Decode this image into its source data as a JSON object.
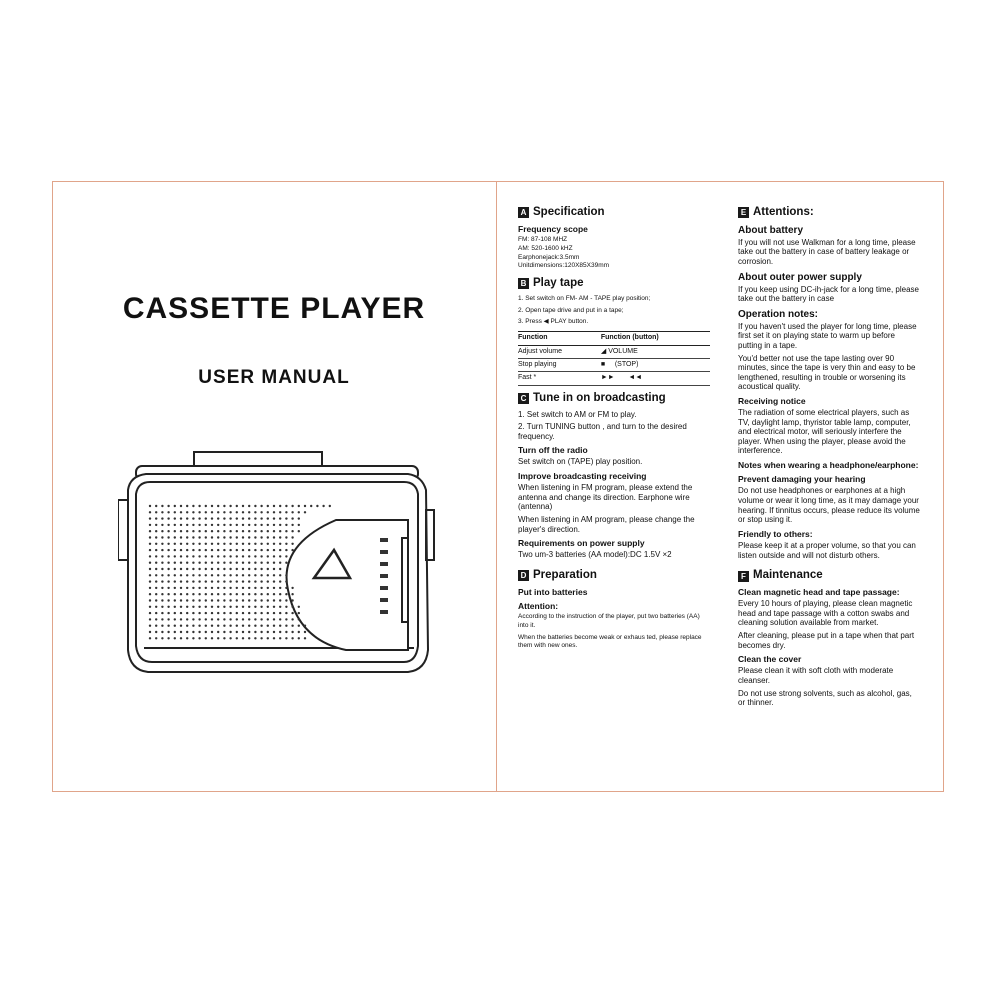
{
  "cover": {
    "title": "CASSETTE  PLAYER",
    "subtitle": "USER  MANUAL"
  },
  "left_column": {
    "spec": {
      "badge": "A",
      "title": "Specification",
      "freq_heading": "Frequency scope",
      "fm": "FM: 87-108 MHZ",
      "am": "AM: 520-1600 kHZ",
      "jack": "Earphonejack:3.5mm",
      "dims": "Unitdimensions:120X85X39mm"
    },
    "play": {
      "badge": "B",
      "title": "Play tape",
      "step1": "1. Set switch on FM- AM - TAPE play position;",
      "step2": "2. Open tape drive and put in a tape;",
      "step3_pre": "3. Press",
      "step3_post": "PLAY button.",
      "table": {
        "col1": "Function",
        "col2": "Function (button)",
        "rows": [
          {
            "func": "Adjust volume",
            "button": "VOLUME"
          },
          {
            "func": "Stop playing",
            "button": "(STOP)"
          },
          {
            "func": "Fast *",
            "button": ""
          }
        ]
      }
    },
    "broadcast": {
      "badge": "C",
      "title": "Tune in on broadcasting",
      "step1": "1. Set switch to AM or FM to play.",
      "step2": "2. Turn TUNING button , and turn to the desired frequency.",
      "off_heading": "Turn off the radio",
      "off_text": "Set switch on  (TAPE) play position.",
      "improve_heading": "Improve broadcasting receiving",
      "improve_fm": "When listening in FM  program, please extend the antenna and change its direction. Earphone wire (antenna)",
      "improve_am": "When listening in AM program, please change the player's direction.",
      "power_heading": "Requirements on power supply",
      "power_text": "Two um-3 batteries (AA  model):DC 1.5V ×2"
    },
    "prep": {
      "badge": "D",
      "title": "Preparation",
      "put_heading": "Put into batteries",
      "attention_heading": "Attention:",
      "text1": "According to the instruction of the player, put two batteries (AA) into it.",
      "text2": "When the batteries become weak or exhaus   ted, please replace them with new ones."
    }
  },
  "right_column": {
    "attn": {
      "badge": "E",
      "title": "Attentions:",
      "battery_heading": "About battery",
      "battery_text": "If you will not use Walkman for a long time, please take out the battery in case of battery leakage or corrosion.",
      "power_heading": "About outer power supply",
      "power_text": "If you keep using DC-ih-jack for a long time, please take out the battery in case",
      "op_heading": "Operation notes:",
      "op_text1": "If you haven't used the player for long time, please first set it on playing state to warm up before putting in a tape.",
      "op_text2": "You'd better not use the tape lasting over 90 minutes, since the tape is very thin and easy to be lengthened, resulting in trouble or worsening its acoustical quality.",
      "recv_heading": "Receiving notice",
      "recv_text": "The radiation of some electrical players, such as TV, daylight lamp, thyristor table lamp, computer, and electrical motor, will seriously interfere the player. When using the player, please avoid the interference.",
      "wear_heading": "Notes when wearing a headphone/earphone:",
      "hear_heading": "Prevent damaging your hearing",
      "hear_text": "Do not use headphones or earphones at a high volume or wear it long time, as it may damage your hearing.  If tinnitus occurs, please reduce its volume or stop using it.",
      "friend_heading": "Friendly to others:",
      "friend_text": "Please keep it at a proper volume, so that you can listen outside and will not disturb others."
    },
    "maint": {
      "badge": "F",
      "title": "Maintenance",
      "clean_heading": "Clean magnetic head and tape passage:",
      "clean_text1": "Every 10 hours of playing, please clean magnetic head and tape passage with a cotton swabs and cleaning solution available from market.",
      "clean_text2": "After cleaning, please put in a tape when that part becomes dry.",
      "cover_heading": "Clean the cover",
      "cover_text1": "Please clean it with soft cloth with moderate cleanser.",
      "cover_text2": "Do not use strong solvents, such as alcohol, gas, or thinner."
    }
  }
}
